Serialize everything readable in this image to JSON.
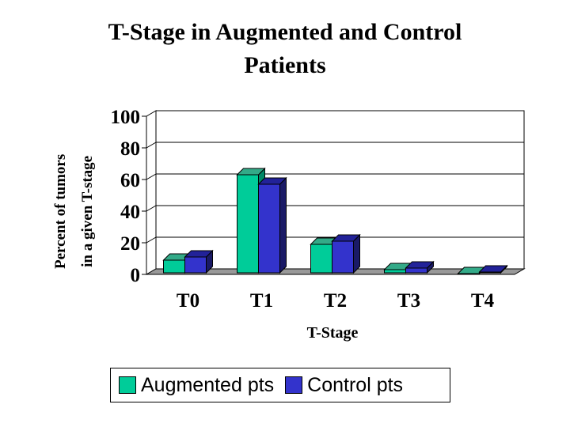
{
  "chart_data": {
    "type": "bar",
    "title_line1": "T-Stage in Augmented and Control",
    "title_line2": "Patients",
    "ylabel_line1": "Percent of tumors",
    "ylabel_line2": "in a given T-stage",
    "xlabel": "T-Stage",
    "categories": [
      "T0",
      "T1",
      "T2",
      "T3",
      "T4"
    ],
    "ylim": [
      0,
      100
    ],
    "yticks": [
      "0",
      "20",
      "40",
      "60",
      "80",
      "100"
    ],
    "series": [
      {
        "name": "Augmented pts",
        "values": [
          9,
          63,
          19,
          3,
          0.5
        ],
        "color": "#00cc99",
        "side": "#008866",
        "top": "#33aa88"
      },
      {
        "name": "Control pts",
        "values": [
          11,
          57,
          21,
          4,
          1.5
        ],
        "color": "#3333cc",
        "side": "#1a1a66",
        "top": "#222299"
      }
    ],
    "grid": true,
    "legend_position": "bottom"
  }
}
